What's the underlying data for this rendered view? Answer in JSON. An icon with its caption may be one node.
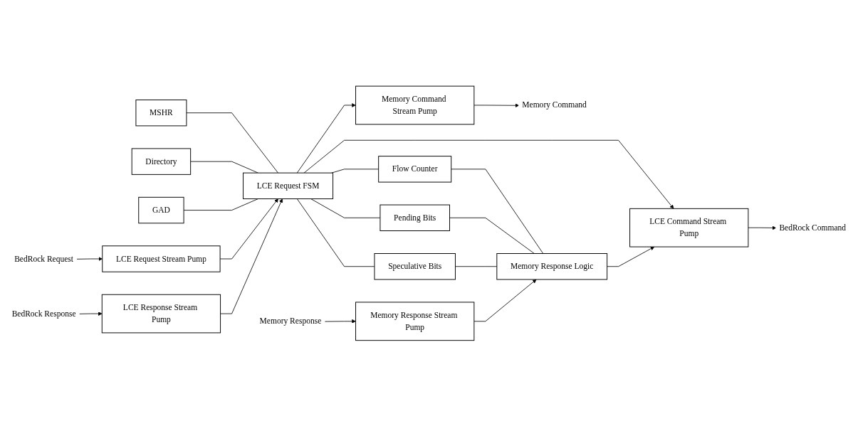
{
  "diagram": {
    "nodes": [
      {
        "text": [
          "MSHR"
        ]
      },
      {
        "text": [
          "Directory"
        ]
      },
      {
        "text": [
          "GAD"
        ]
      },
      {
        "text": [
          "BedRock Request"
        ]
      },
      {
        "text": [
          "LCE Request Stream Pump"
        ]
      },
      {
        "text": [
          "LCE Request FSM"
        ]
      },
      {
        "text": [
          "Memory Command Stream Pump"
        ]
      },
      {
        "text": [
          "Memory Command"
        ]
      },
      {
        "text": [
          "BedRock Response"
        ]
      },
      {
        "text": [
          "LCE Response Stream Pump"
        ]
      },
      {
        "text": [
          "LCE Command Stream Pump"
        ]
      },
      {
        "text": [
          "BedRock Command"
        ]
      },
      {
        "text": [
          "Flow Counter"
        ]
      },
      {
        "text": [
          "Pending Bits"
        ]
      },
      {
        "text": [
          "Speculative Bits"
        ]
      },
      {
        "text": [
          "Memory Response"
        ]
      },
      {
        "text": [
          "Memory Response Stream Pump"
        ]
      },
      {
        "text": [
          "Memory Response Logic"
        ]
      }
    ],
    "edges": [
      {
        "from": 0,
        "to": 5,
        "arrow": "none"
      },
      {
        "from": 1,
        "to": 5,
        "arrow": "none"
      },
      {
        "from": 2,
        "to": 5,
        "arrow": "none"
      },
      {
        "from": 3,
        "to": 4,
        "arrow": "to"
      },
      {
        "from": 4,
        "to": 5,
        "arrow": "to"
      },
      {
        "from": 8,
        "to": 9,
        "arrow": "to"
      },
      {
        "from": 9,
        "to": 5,
        "arrow": "to"
      },
      {
        "from": 5,
        "to": 6,
        "arrow": "to"
      },
      {
        "from": 6,
        "to": 7,
        "arrow": "to"
      },
      {
        "from": 5,
        "to": 10,
        "arrow": "to"
      },
      {
        "from": 10,
        "to": 11,
        "arrow": "to"
      },
      {
        "from": 5,
        "to": 12,
        "arrow": "none"
      },
      {
        "from": 5,
        "to": 13,
        "arrow": "none"
      },
      {
        "from": 5,
        "to": 14,
        "arrow": "none"
      },
      {
        "from": 12,
        "to": 17,
        "arrow": "none"
      },
      {
        "from": 13,
        "to": 17,
        "arrow": "none"
      },
      {
        "from": 14,
        "to": 17,
        "arrow": "none"
      },
      {
        "from": 15,
        "to": 16,
        "arrow": "to"
      },
      {
        "from": 16,
        "to": 17,
        "arrow": "to"
      },
      {
        "from": 17,
        "to": 10,
        "arrow": "to"
      }
    ]
  }
}
